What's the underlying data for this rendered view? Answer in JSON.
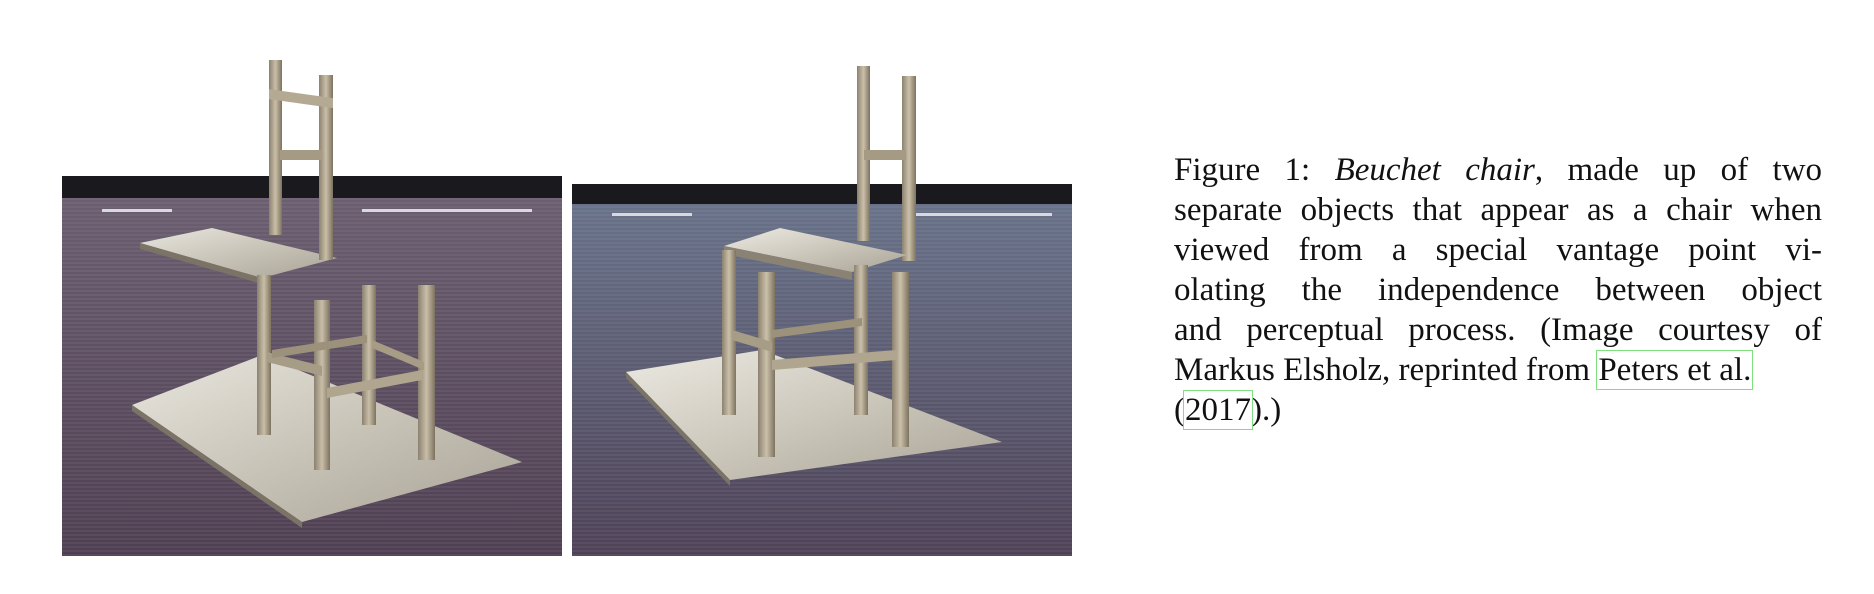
{
  "figure": {
    "label": "Figure 1:",
    "title_italic": "Beuchet chair",
    "lines": [
      ", made up of two",
      "separate objects that appear as a chair when",
      "viewed from a special vantage point vi-",
      "olating the independence between object",
      "and perceptual process. (Image courtesy of",
      "Markus Elsholz, reprinted from "
    ],
    "citation_author": "Peters et al.",
    "citation_open": "(",
    "citation_year": "2017",
    "citation_close": ").)"
  },
  "colors": {
    "floor": "#5a4a5c",
    "metal": "#b8ad98",
    "citation_box": "#7ee07e"
  }
}
